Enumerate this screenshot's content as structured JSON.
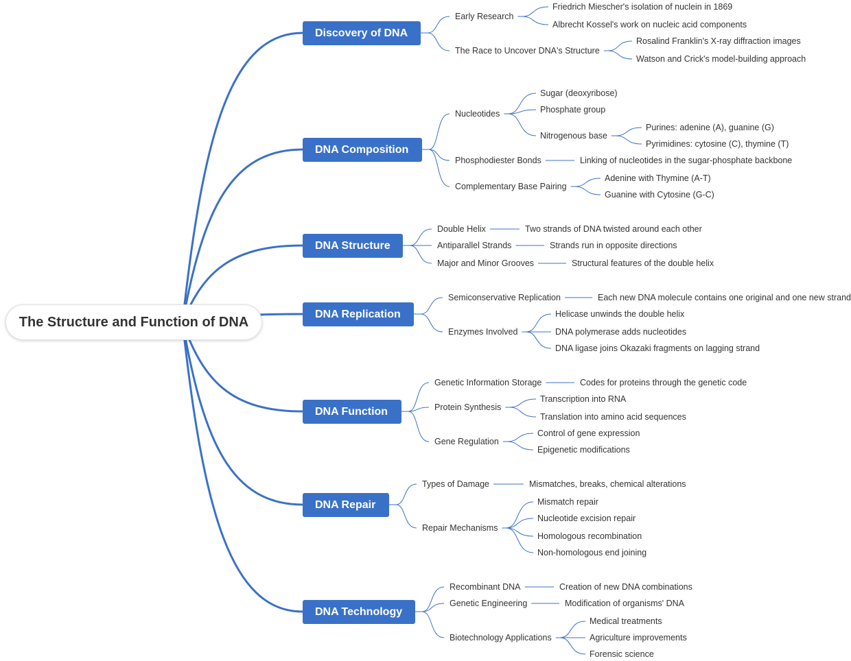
{
  "root": {
    "label": "The Structure and Function of DNA"
  },
  "branches": [
    {
      "label": "Discovery of DNA",
      "children": [
        {
          "label": "Early Research",
          "children": [
            {
              "label": "Friedrich Miescher's isolation of nuclein in 1869"
            },
            {
              "label": "Albrecht Kossel's work on nucleic acid components"
            }
          ]
        },
        {
          "label": "The Race to Uncover DNA's Structure",
          "children": [
            {
              "label": "Rosalind Franklin's X-ray diffraction images"
            },
            {
              "label": "Watson and Crick's model-building approach"
            }
          ]
        }
      ]
    },
    {
      "label": "DNA Composition",
      "children": [
        {
          "label": "Nucleotides",
          "children": [
            {
              "label": "Sugar (deoxyribose)"
            },
            {
              "label": "Phosphate group"
            },
            {
              "label": "Nitrogenous base",
              "children": [
                {
                  "label": "Purines: adenine (A), guanine (G)"
                },
                {
                  "label": "Pyrimidines: cytosine (C), thymine (T)"
                }
              ]
            }
          ]
        },
        {
          "label": "Phosphodiester Bonds",
          "children": [
            {
              "label": "Linking of nucleotides in the sugar-phosphate backbone"
            }
          ]
        },
        {
          "label": "Complementary Base Pairing",
          "children": [
            {
              "label": "Adenine with Thymine (A-T)"
            },
            {
              "label": "Guanine with Cytosine (G-C)"
            }
          ]
        }
      ]
    },
    {
      "label": "DNA Structure",
      "children": [
        {
          "label": "Double Helix",
          "children": [
            {
              "label": "Two strands of DNA twisted around each other"
            }
          ]
        },
        {
          "label": "Antiparallel Strands",
          "children": [
            {
              "label": "Strands run in opposite directions"
            }
          ]
        },
        {
          "label": "Major and Minor Grooves",
          "children": [
            {
              "label": "Structural features of the double helix"
            }
          ]
        }
      ]
    },
    {
      "label": "DNA Replication",
      "children": [
        {
          "label": "Semiconservative Replication",
          "children": [
            {
              "label": "Each new DNA molecule contains one original and one new strand"
            }
          ]
        },
        {
          "label": "Enzymes Involved",
          "children": [
            {
              "label": "Helicase unwinds the double helix"
            },
            {
              "label": "DNA polymerase adds nucleotides"
            },
            {
              "label": "DNA ligase joins Okazaki fragments on lagging strand"
            }
          ]
        }
      ]
    },
    {
      "label": "DNA Function",
      "children": [
        {
          "label": "Genetic Information Storage",
          "children": [
            {
              "label": "Codes for proteins through the genetic code"
            }
          ]
        },
        {
          "label": "Protein Synthesis",
          "children": [
            {
              "label": "Transcription into RNA"
            },
            {
              "label": "Translation into amino acid sequences"
            }
          ]
        },
        {
          "label": "Gene Regulation",
          "children": [
            {
              "label": "Control of gene expression"
            },
            {
              "label": "Epigenetic modifications"
            }
          ]
        }
      ]
    },
    {
      "label": "DNA Repair",
      "children": [
        {
          "label": "Types of Damage",
          "children": [
            {
              "label": "Mismatches, breaks, chemical alterations"
            }
          ]
        },
        {
          "label": "Repair Mechanisms",
          "children": [
            {
              "label": "Mismatch repair"
            },
            {
              "label": "Nucleotide excision repair"
            },
            {
              "label": "Homologous recombination"
            },
            {
              "label": "Non-homologous end joining"
            }
          ]
        }
      ]
    },
    {
      "label": "DNA Technology",
      "children": [
        {
          "label": "Recombinant DNA",
          "children": [
            {
              "label": "Creation of new DNA combinations"
            }
          ]
        },
        {
          "label": "Genetic Engineering",
          "children": [
            {
              "label": "Modification of organisms' DNA"
            }
          ]
        },
        {
          "label": "Biotechnology Applications",
          "children": [
            {
              "label": "Medical treatments"
            },
            {
              "label": "Agriculture improvements"
            },
            {
              "label": "Forensic science"
            }
          ]
        }
      ]
    }
  ],
  "colors": {
    "accent": "#3a71c8",
    "text": "#333333",
    "root_border": "#e1e1e1",
    "background": "#ffffff"
  }
}
